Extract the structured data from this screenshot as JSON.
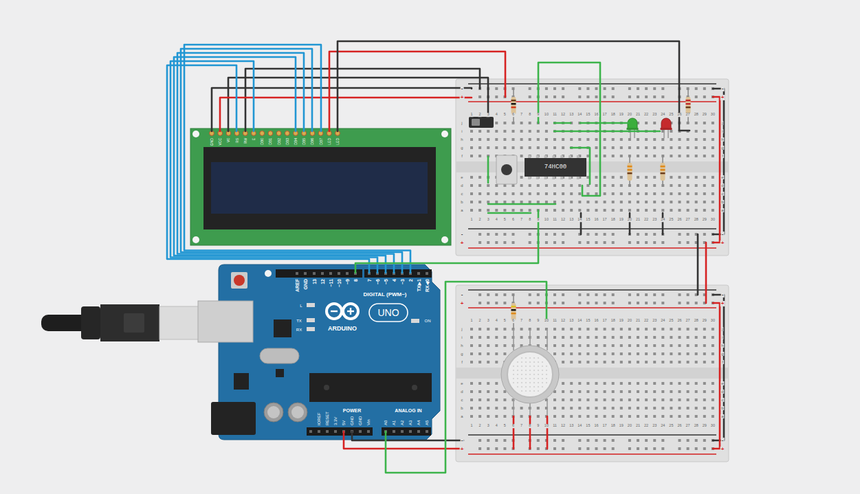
{
  "diagram": {
    "nodes": [
      {
        "text": [
          "74HC00"
        ]
      }
    ],
    "labels": [
      "GND",
      "VCC",
      "V0",
      "RS",
      "RW",
      "E",
      "DB0",
      "DB1",
      "DB2",
      "DB3",
      "DB4",
      "DB5",
      "DB6",
      "DB7",
      "LED",
      "LED",
      "AREF",
      "GND",
      "13",
      "12",
      "~11",
      "~10",
      "~9",
      "8",
      "7",
      "~6",
      "~5",
      "4",
      "~3",
      "2",
      "TX▶1",
      "RX◀0",
      "DIGITAL (PWM~)",
      "L",
      "TX",
      "RX",
      "ARDUINO",
      "UNO",
      "ON",
      "IOREF",
      "RESET",
      "3.3V",
      "5V",
      "GND",
      "GND",
      "Vin",
      "POWER",
      "ANALOG IN",
      "A0",
      "A1",
      "A2",
      "A3",
      "A4",
      "A5",
      "1",
      "2",
      "3",
      "4",
      "5",
      "6",
      "7",
      "8",
      "9",
      "10",
      "11",
      "12",
      "13",
      "14",
      "15",
      "16",
      "17",
      "18",
      "19",
      "20",
      "21",
      "22",
      "23",
      "24",
      "25",
      "26",
      "27",
      "28",
      "29",
      "30",
      "1",
      "2",
      "3",
      "4",
      "5",
      "6",
      "7",
      "8",
      "9",
      "10",
      "11",
      "12",
      "13",
      "14",
      "15",
      "16",
      "17",
      "18",
      "19",
      "20",
      "21",
      "22",
      "23",
      "24",
      "25",
      "26",
      "27",
      "28",
      "29",
      "30",
      "j",
      "i",
      "h",
      "g",
      "f",
      "e",
      "d",
      "c",
      "b",
      "a",
      "j",
      "i",
      "h",
      "g",
      "f",
      "e",
      "d",
      "c",
      "b",
      "a",
      "-",
      "+",
      "-",
      "+",
      "-",
      "+",
      "-",
      "+",
      "1",
      "2",
      "3",
      "4",
      "5",
      "6",
      "7",
      "8",
      "9",
      "10",
      "11",
      "12",
      "13",
      "14",
      "15",
      "16",
      "17",
      "18",
      "19",
      "20",
      "21",
      "22",
      "23",
      "24",
      "25",
      "26",
      "27",
      "28",
      "29",
      "30",
      "1",
      "2",
      "3",
      "4",
      "5",
      "6",
      "7",
      "8",
      "9",
      "10",
      "11",
      "12",
      "13",
      "14",
      "15",
      "16",
      "17",
      "18",
      "19",
      "20",
      "21",
      "22",
      "23",
      "24",
      "25",
      "26",
      "27",
      "28",
      "29",
      "30",
      "j",
      "i",
      "h",
      "g",
      "f",
      "e",
      "d",
      "c",
      "b",
      "a",
      "j",
      "i",
      "h",
      "g",
      "f",
      "e",
      "d",
      "c",
      "b",
      "a",
      "-",
      "+",
      "-",
      "+",
      "-",
      "+",
      "-",
      "+"
    ]
  }
}
